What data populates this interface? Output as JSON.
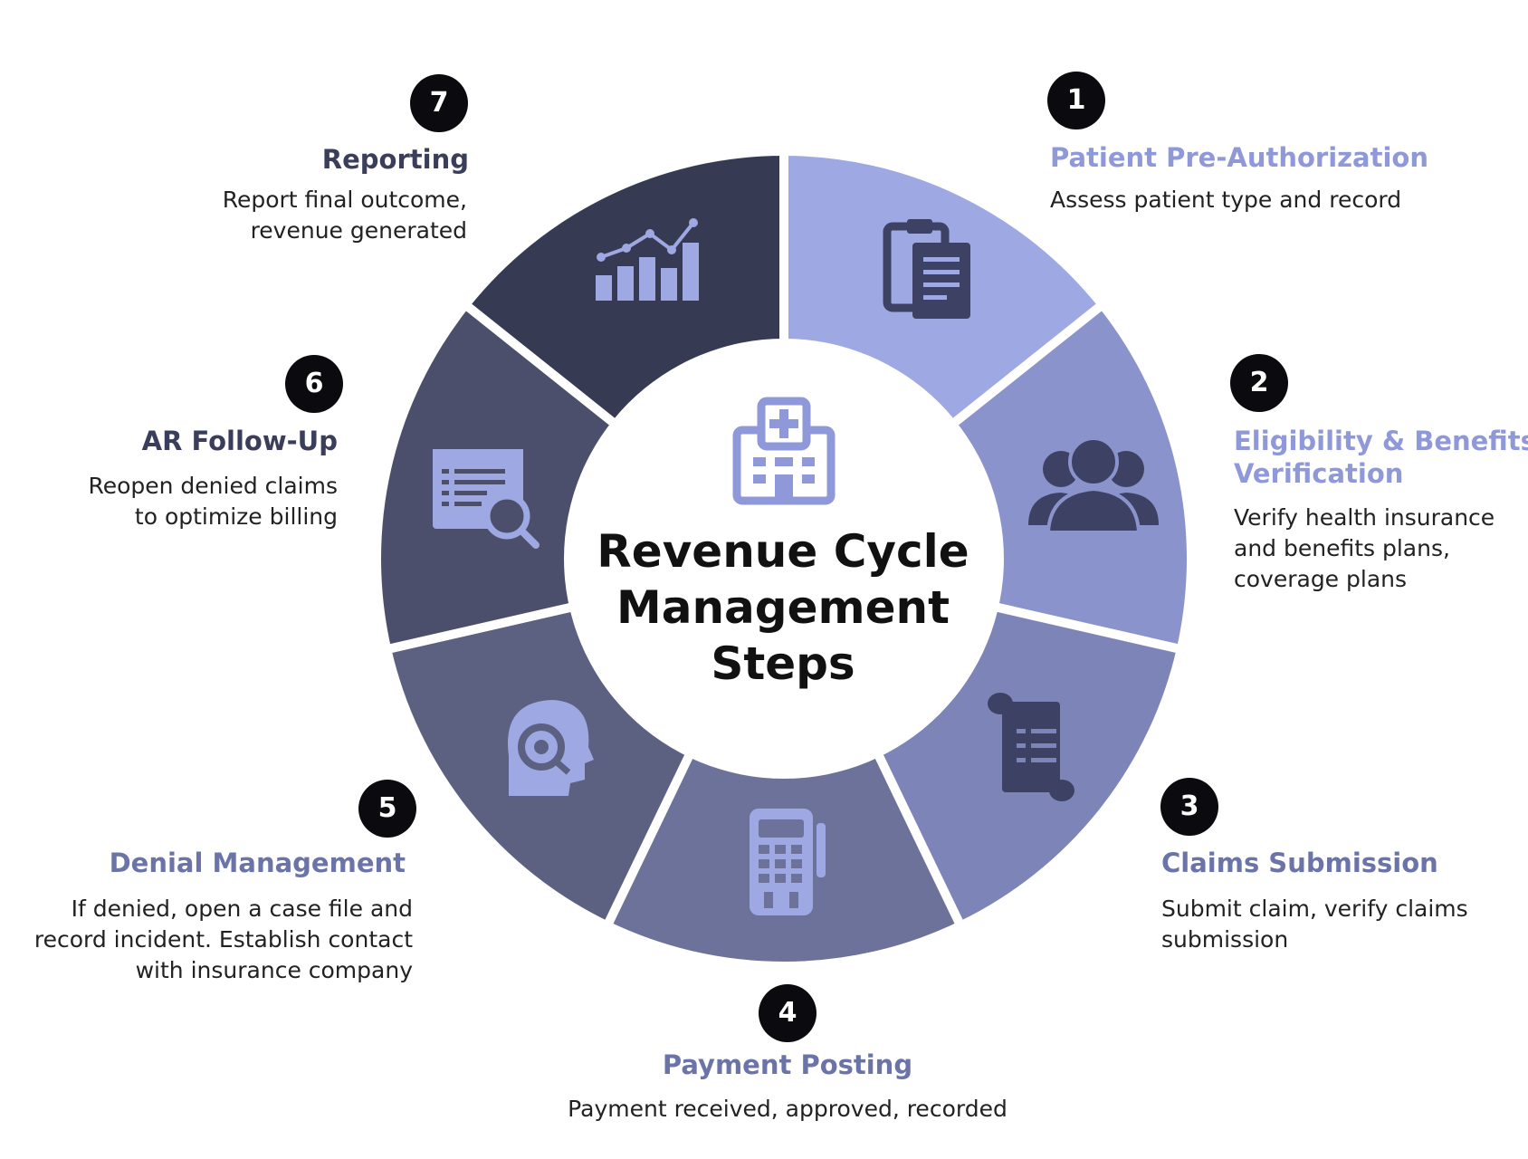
{
  "center_title_lines": [
    "Revenue Cycle",
    "Management",
    "Steps"
  ],
  "colors": {
    "badge": "#0b0b0f",
    "step1": "#9ea8e2",
    "step2": "#8b93cc",
    "step3": "#7c84b8",
    "step4": "#6c7299",
    "step5": "#5c6182",
    "step6": "#4b4f6b",
    "step7": "#363a52",
    "title_light": "#8f98d8",
    "title_mid": "#6b74a8",
    "title_dark": "#3a3e5a"
  },
  "steps": [
    {
      "number": "1",
      "title_lines": [
        "Patient Pre-Authorization"
      ],
      "desc_lines": [
        "Assess patient type and record"
      ],
      "icon": "clipboard-icon"
    },
    {
      "number": "2",
      "title_lines": [
        "Eligibility & Benefits",
        "Verification"
      ],
      "desc_lines": [
        "Verify health insurance",
        "and benefits plans,",
        "coverage plans"
      ],
      "icon": "people-icon"
    },
    {
      "number": "3",
      "title_lines": [
        "Claims Submission"
      ],
      "desc_lines": [
        "Submit claim, verify claims",
        "submission"
      ],
      "icon": "scroll-icon"
    },
    {
      "number": "4",
      "title_lines": [
        "Payment Posting"
      ],
      "desc_lines": [
        "Payment received, approved, recorded"
      ],
      "icon": "payment-terminal-icon"
    },
    {
      "number": "5",
      "title_lines": [
        "Denial Management"
      ],
      "desc_lines": [
        "If denied, open a case file and",
        "record incident. Establish contact",
        "with insurance company"
      ],
      "icon": "headset-person-icon"
    },
    {
      "number": "6",
      "title_lines": [
        "AR Follow-Up"
      ],
      "desc_lines": [
        "Reopen denied claims",
        "to optimize billing"
      ],
      "icon": "document-search-icon"
    },
    {
      "number": "7",
      "title_lines": [
        "Reporting"
      ],
      "desc_lines": [
        "Report final outcome,",
        "revenue generated"
      ],
      "icon": "bar-chart-icon"
    }
  ],
  "center_icon": "hospital-icon"
}
